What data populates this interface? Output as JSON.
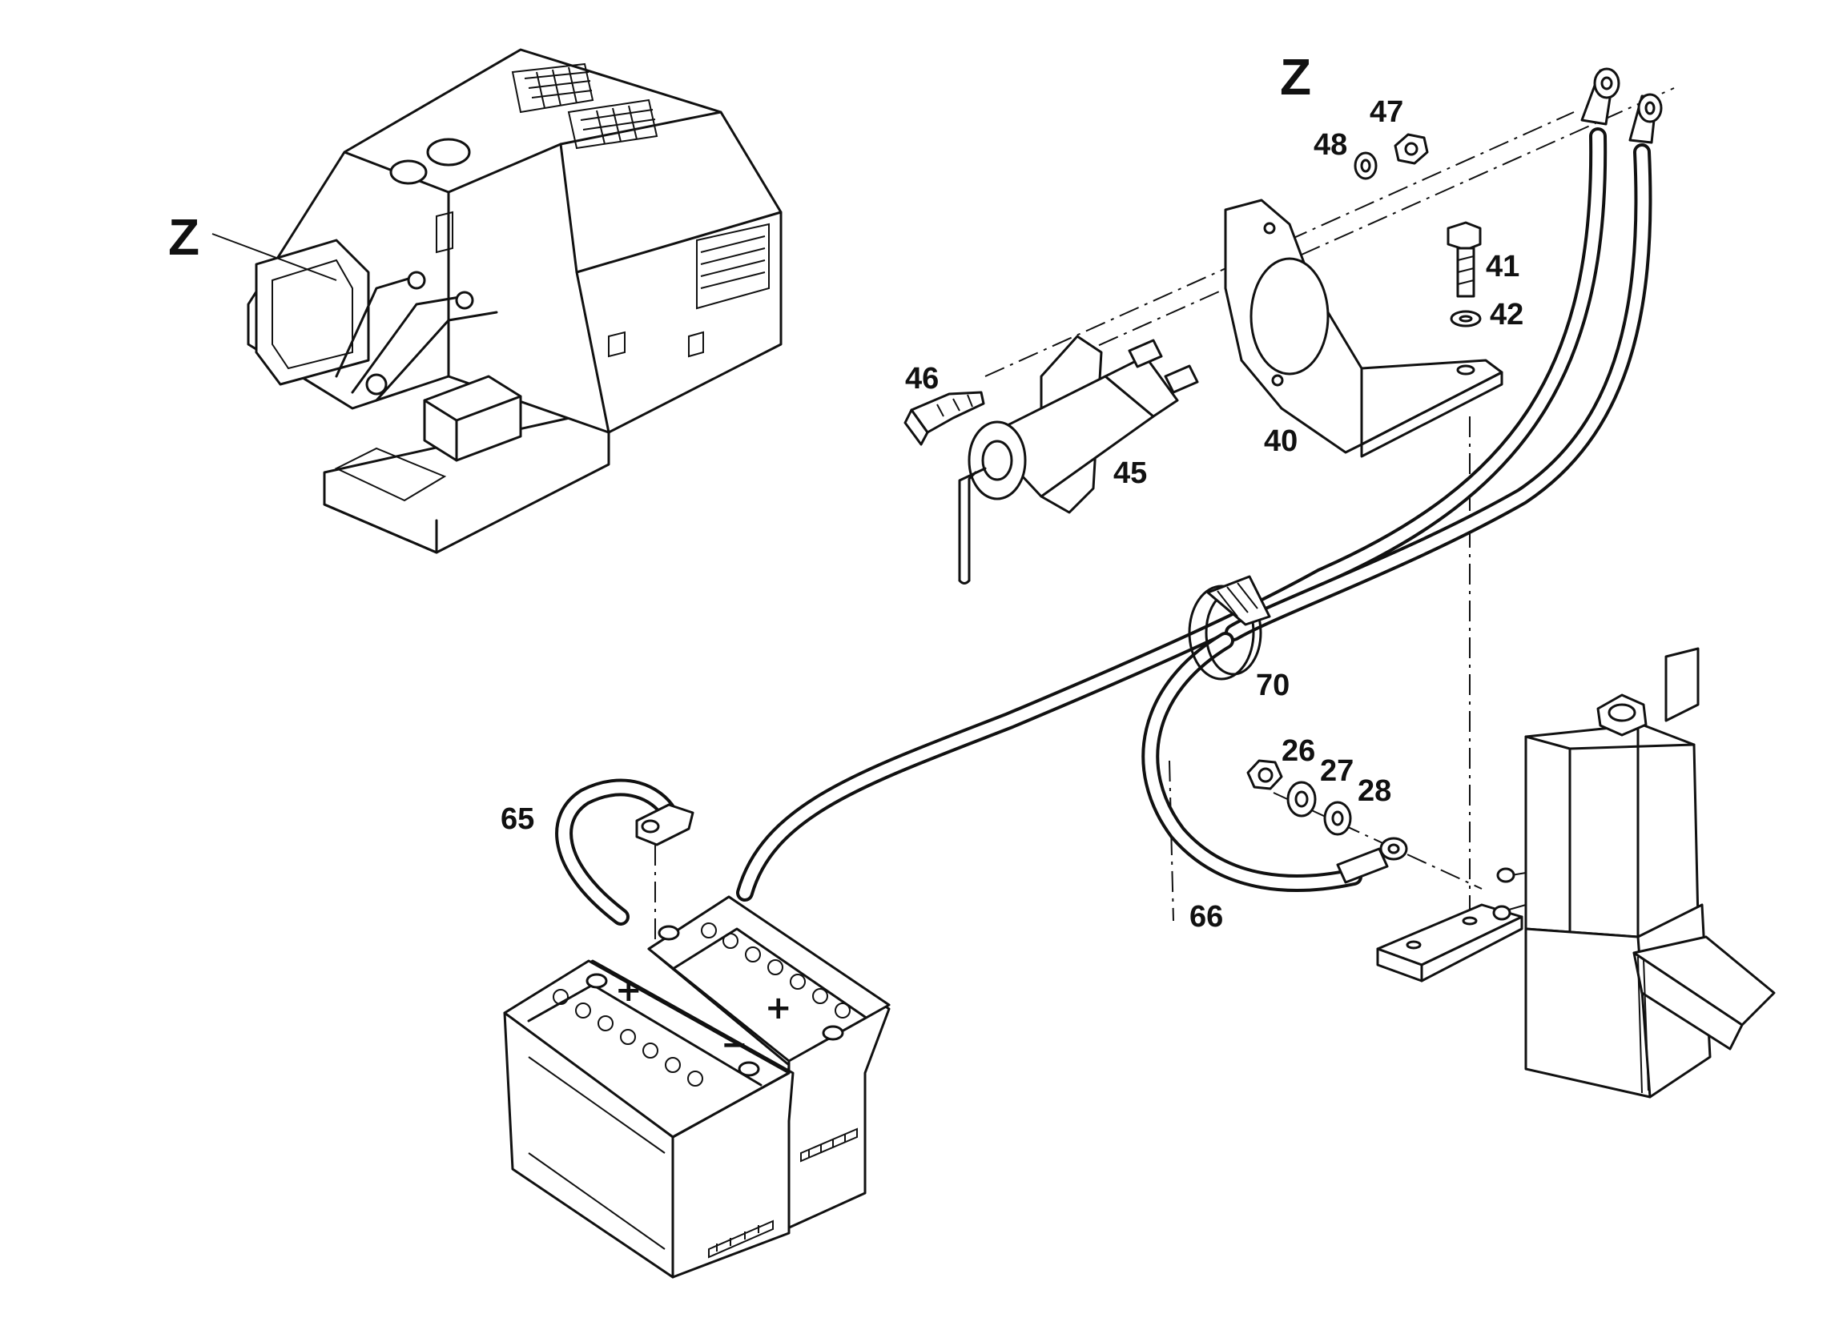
{
  "view_marker": "Z",
  "detail_title": "Z",
  "callouts": {
    "c26": "26",
    "c27": "27",
    "c28": "28",
    "c40": "40",
    "c41": "41",
    "c42": "42",
    "c45": "45",
    "c46": "46",
    "c47": "47",
    "c48": "48",
    "c65": "65",
    "c66": "66",
    "c70": "70"
  },
  "battery": {
    "plus_symbol": "+",
    "minus_symbol": "−"
  }
}
